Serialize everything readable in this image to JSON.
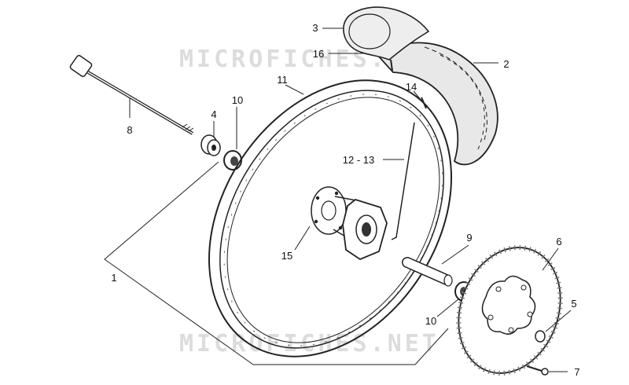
{
  "watermark": {
    "top": "MICROFICHES.NET",
    "bottom": "MICROFICHES.NET"
  },
  "callouts": [
    {
      "id": "c1",
      "label": "1"
    },
    {
      "id": "c2",
      "label": "2"
    },
    {
      "id": "c3",
      "label": "3"
    },
    {
      "id": "c4",
      "label": "4"
    },
    {
      "id": "c5",
      "label": "5"
    },
    {
      "id": "c6",
      "label": "6"
    },
    {
      "id": "c7",
      "label": "7"
    },
    {
      "id": "c8",
      "label": "8"
    },
    {
      "id": "c9",
      "label": "9"
    },
    {
      "id": "c10a",
      "label": "10"
    },
    {
      "id": "c10b",
      "label": "10"
    },
    {
      "id": "c11",
      "label": "11"
    },
    {
      "id": "c12",
      "label": "12 - 13"
    },
    {
      "id": "c14",
      "label": "14"
    },
    {
      "id": "c15",
      "label": "15"
    },
    {
      "id": "c16",
      "label": "16"
    }
  ],
  "colors": {
    "ink": "#222222",
    "watermark": "#dcdcdc",
    "tire": "#e8e8e8",
    "tube": "#eeeeee"
  }
}
